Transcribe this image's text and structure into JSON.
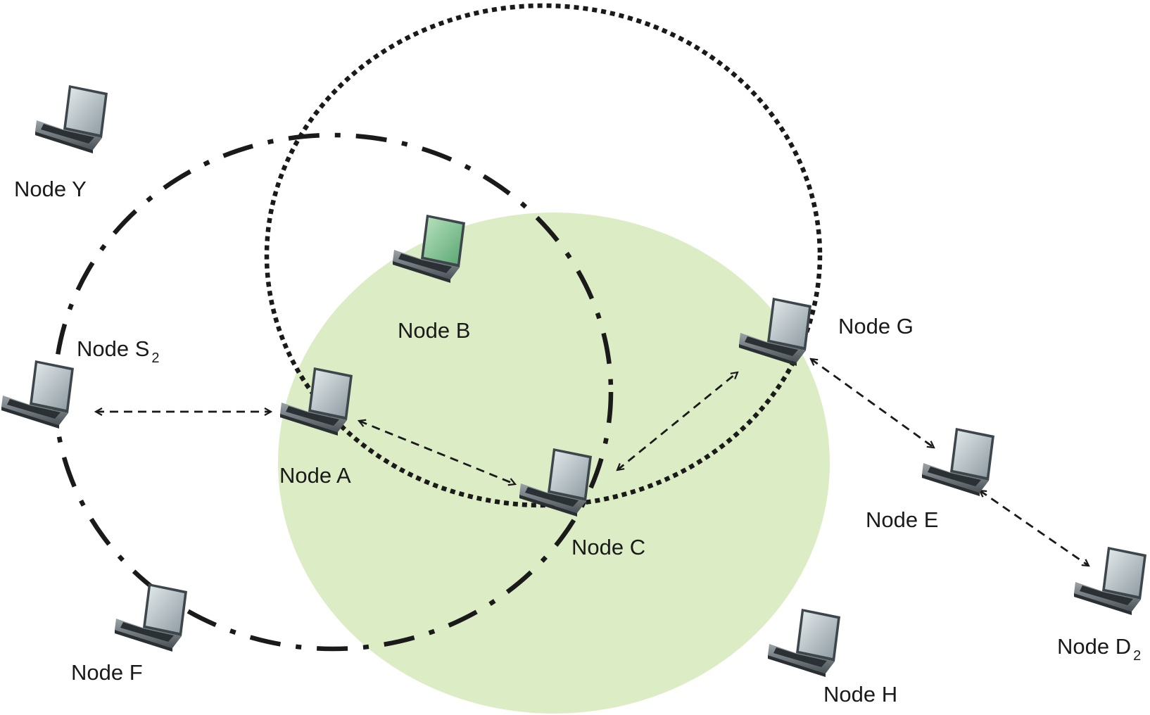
{
  "nodes": {
    "Y": {
      "name": "Node Y"
    },
    "S2": {
      "name": "Node S",
      "subscript": "2"
    },
    "A": {
      "name": "Node A"
    },
    "B": {
      "name": "Node B",
      "highlighted": true
    },
    "C": {
      "name": "Node C"
    },
    "G": {
      "name": "Node G"
    },
    "E": {
      "name": "Node E"
    },
    "D2": {
      "name": "Node D",
      "subscript": "2"
    },
    "F": {
      "name": "Node F"
    },
    "H": {
      "name": "Node H"
    }
  },
  "colors": {
    "coverage_fill": "#dcecc4",
    "range_stroke": "#1a1a1a",
    "screen_default": "#a9b6bd",
    "screen_highlight": "#7fc28f"
  },
  "links": [
    {
      "from": "S2",
      "to": "A"
    },
    {
      "from": "A",
      "to": "C"
    },
    {
      "from": "C",
      "to": "G"
    },
    {
      "from": "G",
      "to": "E"
    },
    {
      "from": "E",
      "to": "D2"
    }
  ],
  "icons": {
    "node": "laptop-icon",
    "link": "double-arrow-icon"
  }
}
